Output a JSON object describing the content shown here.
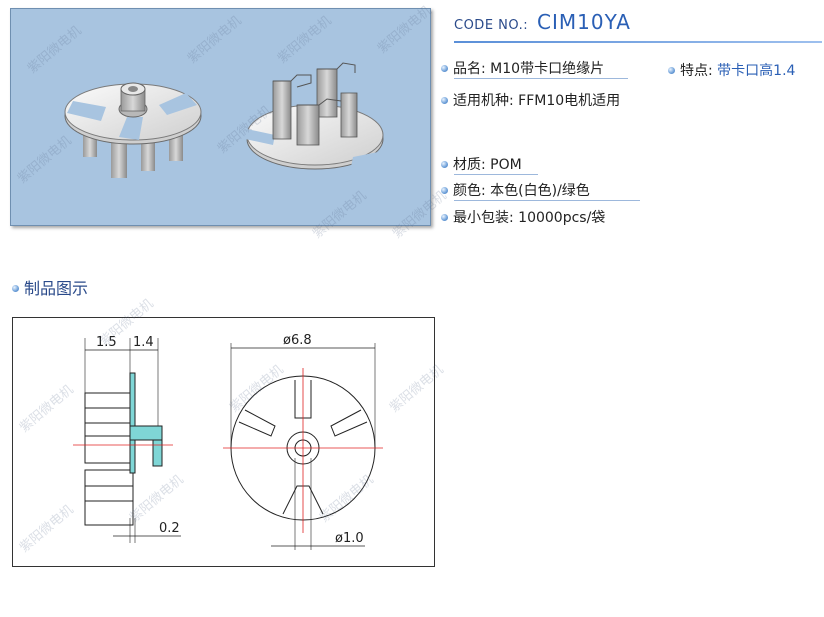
{
  "product": {
    "code_label": "CODE NO.:",
    "code_value": "CIM10YA"
  },
  "specs": {
    "name_label": "品名:",
    "name_value": "M10带卡口绝缘片",
    "feature_label": "特点:",
    "feature_value": "带卡口高1.4",
    "usage_label": "适用机种:",
    "usage_value": "FFM10电机适用",
    "material_label": "材质:",
    "material_value": "POM",
    "color_label": "颜色:",
    "color_value": "本色(白色)/绿色",
    "package_label": "最小包装:",
    "package_value": "10000pcs/袋"
  },
  "section": {
    "title": "制品图示"
  },
  "drawing": {
    "dim_top_left": "1.5",
    "dim_top_right": "1.4",
    "dim_bottom_gap": "0.2",
    "dim_diameter": "ø6.8",
    "dim_bore": "ø1.0"
  },
  "watermark": "紫阳微电机",
  "colors": {
    "accent_blue": "#2a5fb5",
    "photo_bg": "#a8c4e0",
    "center_line": "#e02020",
    "section_cyan": "#7fd6d6"
  }
}
